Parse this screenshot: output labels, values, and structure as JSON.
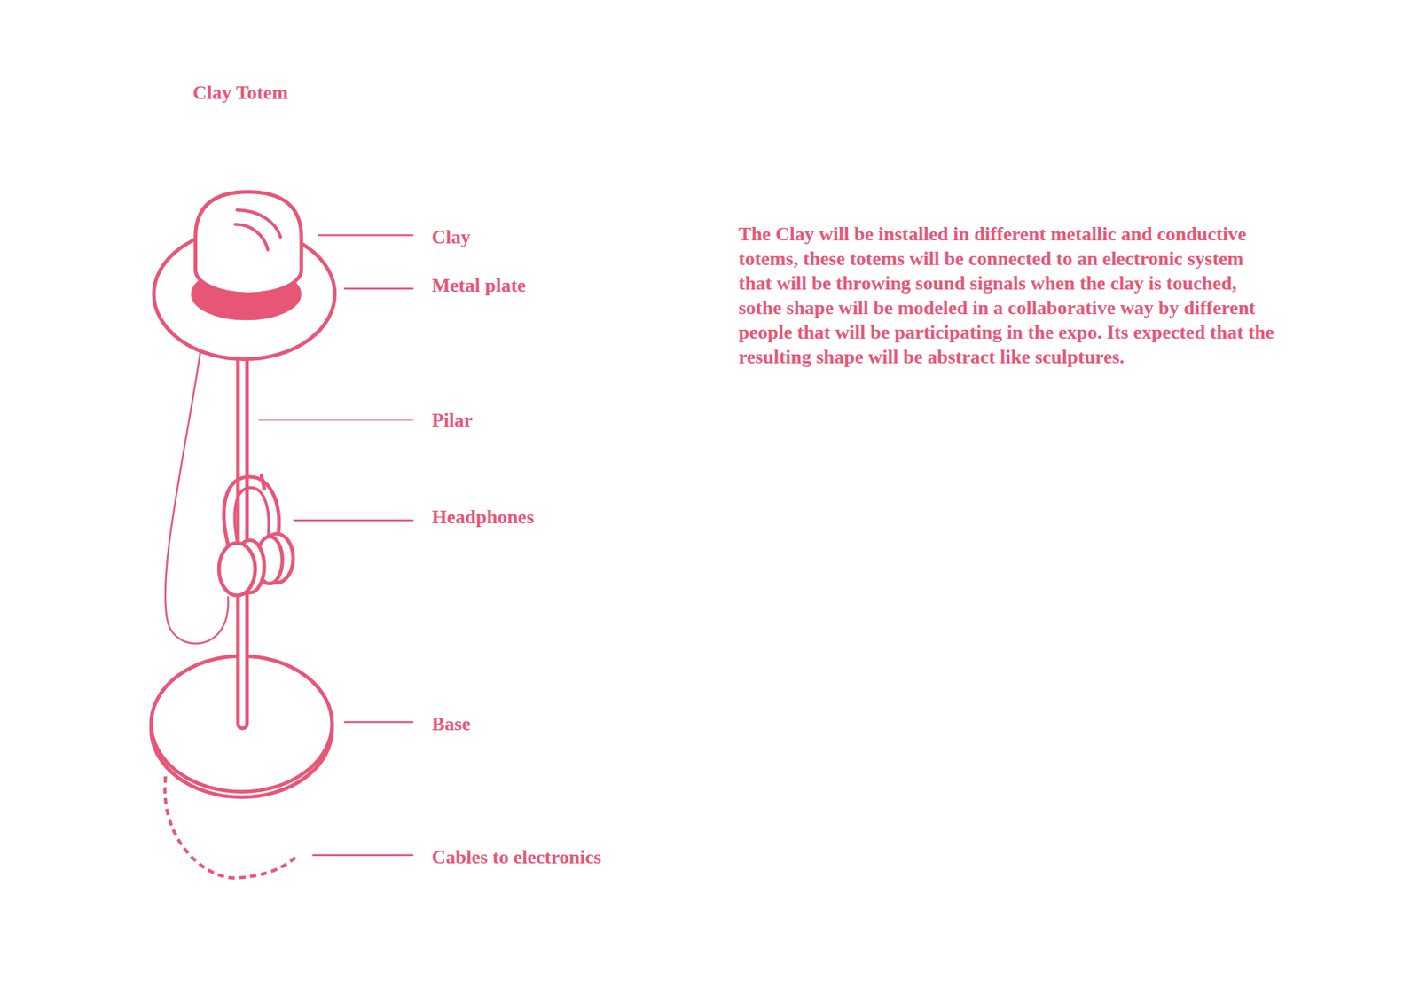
{
  "diagram": {
    "title": "Clay Totem",
    "labels": [
      "Clay",
      "Metal plate",
      "Pilar",
      "Headphones",
      "Base",
      "Cables to electronics",
      "The Clay will be installed in different metallic and conductive totems, these totems will be connected to an electronic system that will be throwing sound signals when the clay is touched, sothe shape will be modeled in a collaborative way by different people that will be participating in the expo. Its expected that the resulting shape will be abstract like sculptures."
    ]
  }
}
